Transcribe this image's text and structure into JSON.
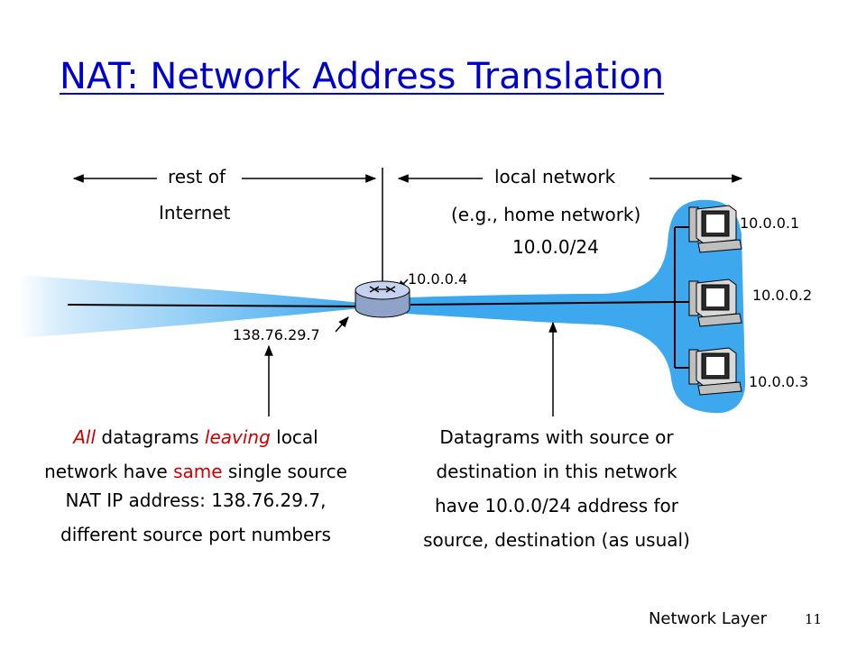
{
  "title": "NAT: Network Address Translation",
  "regions": {
    "internet_line1": "rest of",
    "internet_line2": "Internet",
    "local_line1": "local network",
    "local_line2": "(e.g., home network)",
    "local_subnet": "10.0.0/24"
  },
  "addresses": {
    "router_public": "138.76.29.7",
    "router_private": "10.0.0.4",
    "host1": "10.0.0.1",
    "host2": "10.0.0.2",
    "host3": "10.0.0.3"
  },
  "caption_left": {
    "line1_a": "All",
    "line1_b": " datagrams ",
    "line1_c": "leaving",
    "line1_d": " local",
    "line2_a": "network have ",
    "line2_b": "same",
    "line2_c": " single source",
    "line3": "NAT IP address: 138.76.29.7,",
    "line4": "different source port numbers"
  },
  "caption_right": {
    "line1": "Datagrams with source or",
    "line2": "destination in this network",
    "line3": "have 10.0.0/24 address for",
    "line4": "source, destination (as usual)"
  },
  "footer": {
    "label": "Network Layer",
    "page": "11"
  },
  "colors": {
    "title": "#0000cc",
    "network_fill": "#3da8ee",
    "emphasis": "#cc0000"
  }
}
